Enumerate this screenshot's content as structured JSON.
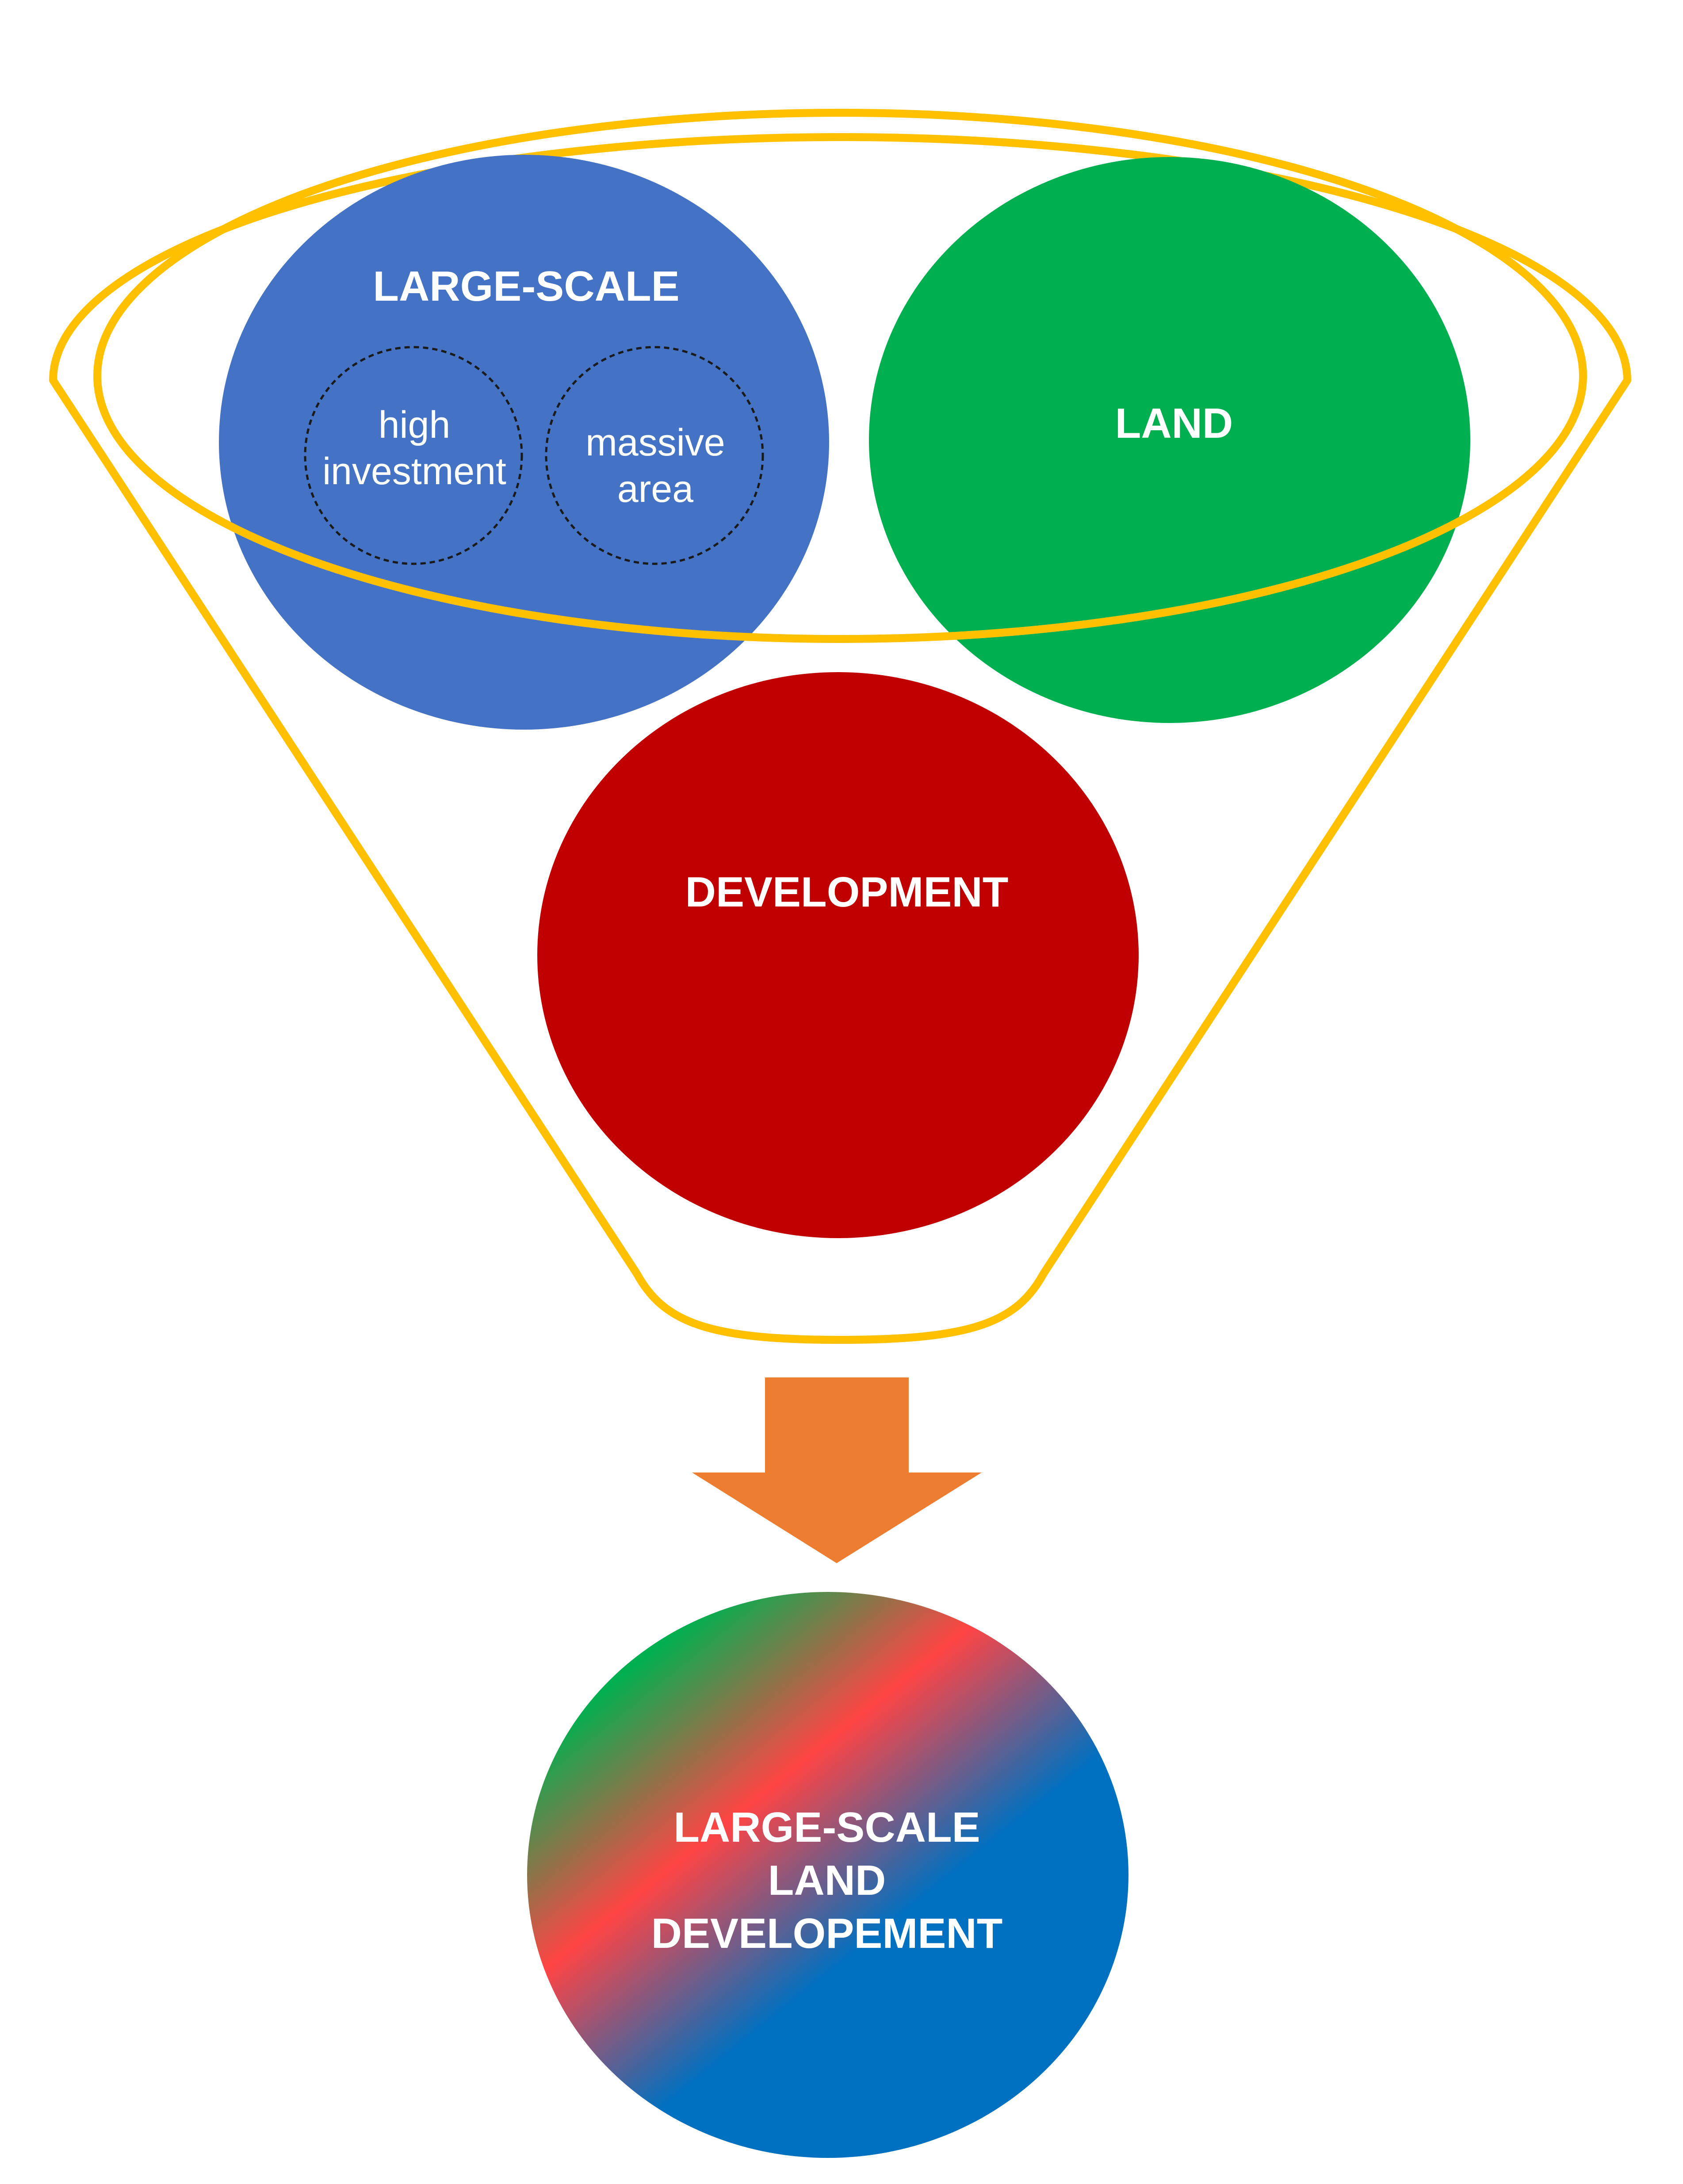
{
  "diagram": {
    "circles": {
      "large_scale": {
        "label": "LARGE-SCALE",
        "color": "#4472C4",
        "sub": {
          "high_investment": {
            "line1": "high",
            "line2": "investment"
          },
          "massive_area": {
            "line1": "massive",
            "line2": "area"
          }
        }
      },
      "land": {
        "label": "LAND",
        "color": "#00B050"
      },
      "development": {
        "label": "DEVELOPMENT",
        "color": "#C00000"
      }
    },
    "result": {
      "line1": "LARGE-SCALE",
      "line2": "LAND",
      "line3": "DEVELOPEMENT"
    },
    "colors": {
      "funnel_outline": "#FFC000",
      "arrow": "#ED7D31",
      "gradient": [
        "#00B050",
        "#FF4444",
        "#0070C0"
      ]
    }
  }
}
